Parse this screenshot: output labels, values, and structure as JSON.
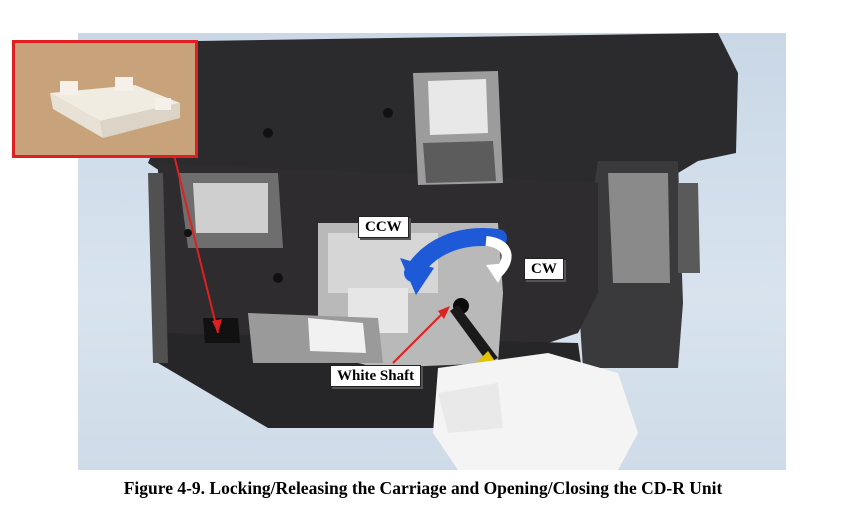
{
  "figure": {
    "caption": "Figure 4-9.  Locking/Releasing the Carriage and Opening/Closing the CD-R Unit"
  },
  "callouts": {
    "ccw": "CCW",
    "cw": "CW",
    "white_shaft": "White Shaft"
  },
  "colors": {
    "callout_arrow": "#e02020",
    "rotation_arrow": "#1e5ad8",
    "printer_body": "#2e2c2e",
    "background": "#cfdbe8"
  }
}
